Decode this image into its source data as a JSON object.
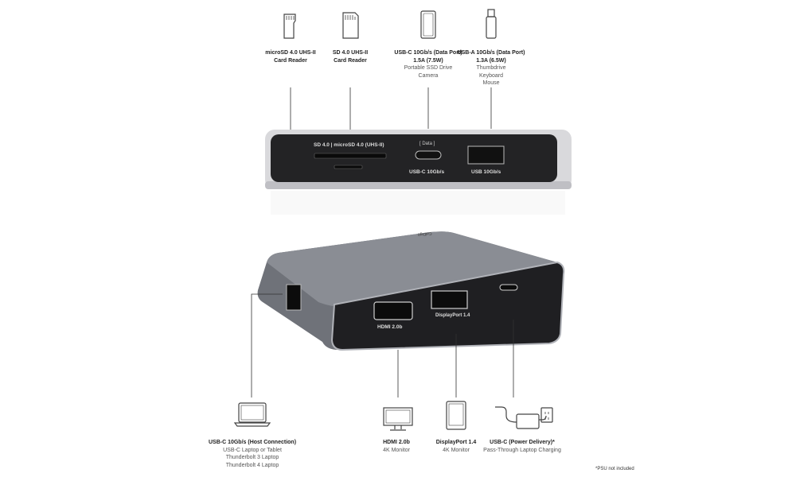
{
  "top_ports": [
    {
      "title": "microSD 4.0 UHS-II",
      "title2": "Card Reader",
      "lines": [],
      "icon": "microsd-card-icon"
    },
    {
      "title": "SD 4.0 UHS-II",
      "title2": "Card Reader",
      "lines": [],
      "icon": "sd-card-icon"
    },
    {
      "title": "USB-C 10Gb/s (Data Port)",
      "title2": "1.5A (7.5W)",
      "lines": [
        "Portable SSD Drive",
        "Camera"
      ],
      "icon": "portable-ssd-icon"
    },
    {
      "title": "USB-A 10Gb/s (Data Port)",
      "title2": "1.3A (6.5W)",
      "lines": [
        "Thumbdrive",
        "Keyboard",
        "Mouse"
      ],
      "icon": "thumbdrive-icon"
    }
  ],
  "top_device": {
    "card_label": "SD 4.0 | microSD 4.0 (UHS-II)",
    "data_label": "[ Data ]",
    "usbc_label": "USB-C 10Gb/s",
    "usba_label": "USB 10Gb/s"
  },
  "bottom_device": {
    "hdmi_label": "HDMI 2.0b",
    "dp_label": "DisplayPort 1.4",
    "brand": "CalDigit"
  },
  "bottom_ports": [
    {
      "title": "USB-C 10Gb/s (Host Connection)",
      "lines": [
        "USB-C Laptop or Tablet",
        "Thunderbolt 3 Laptop",
        "Thunderbolt 4 Laptop"
      ],
      "icon": "laptop-icon"
    },
    {
      "title": "HDMI 2.0b",
      "lines": [
        "4K Monitor"
      ],
      "icon": "monitor-icon"
    },
    {
      "title": "DisplayPort 1.4",
      "lines": [
        "4K Monitor"
      ],
      "icon": "tablet-icon"
    },
    {
      "title": "USB-C (Power Delivery)*",
      "lines": [
        "Pass-Through Laptop Charging"
      ],
      "icon": "power-adapter-icon"
    }
  ],
  "footnote": "*PSU not included"
}
